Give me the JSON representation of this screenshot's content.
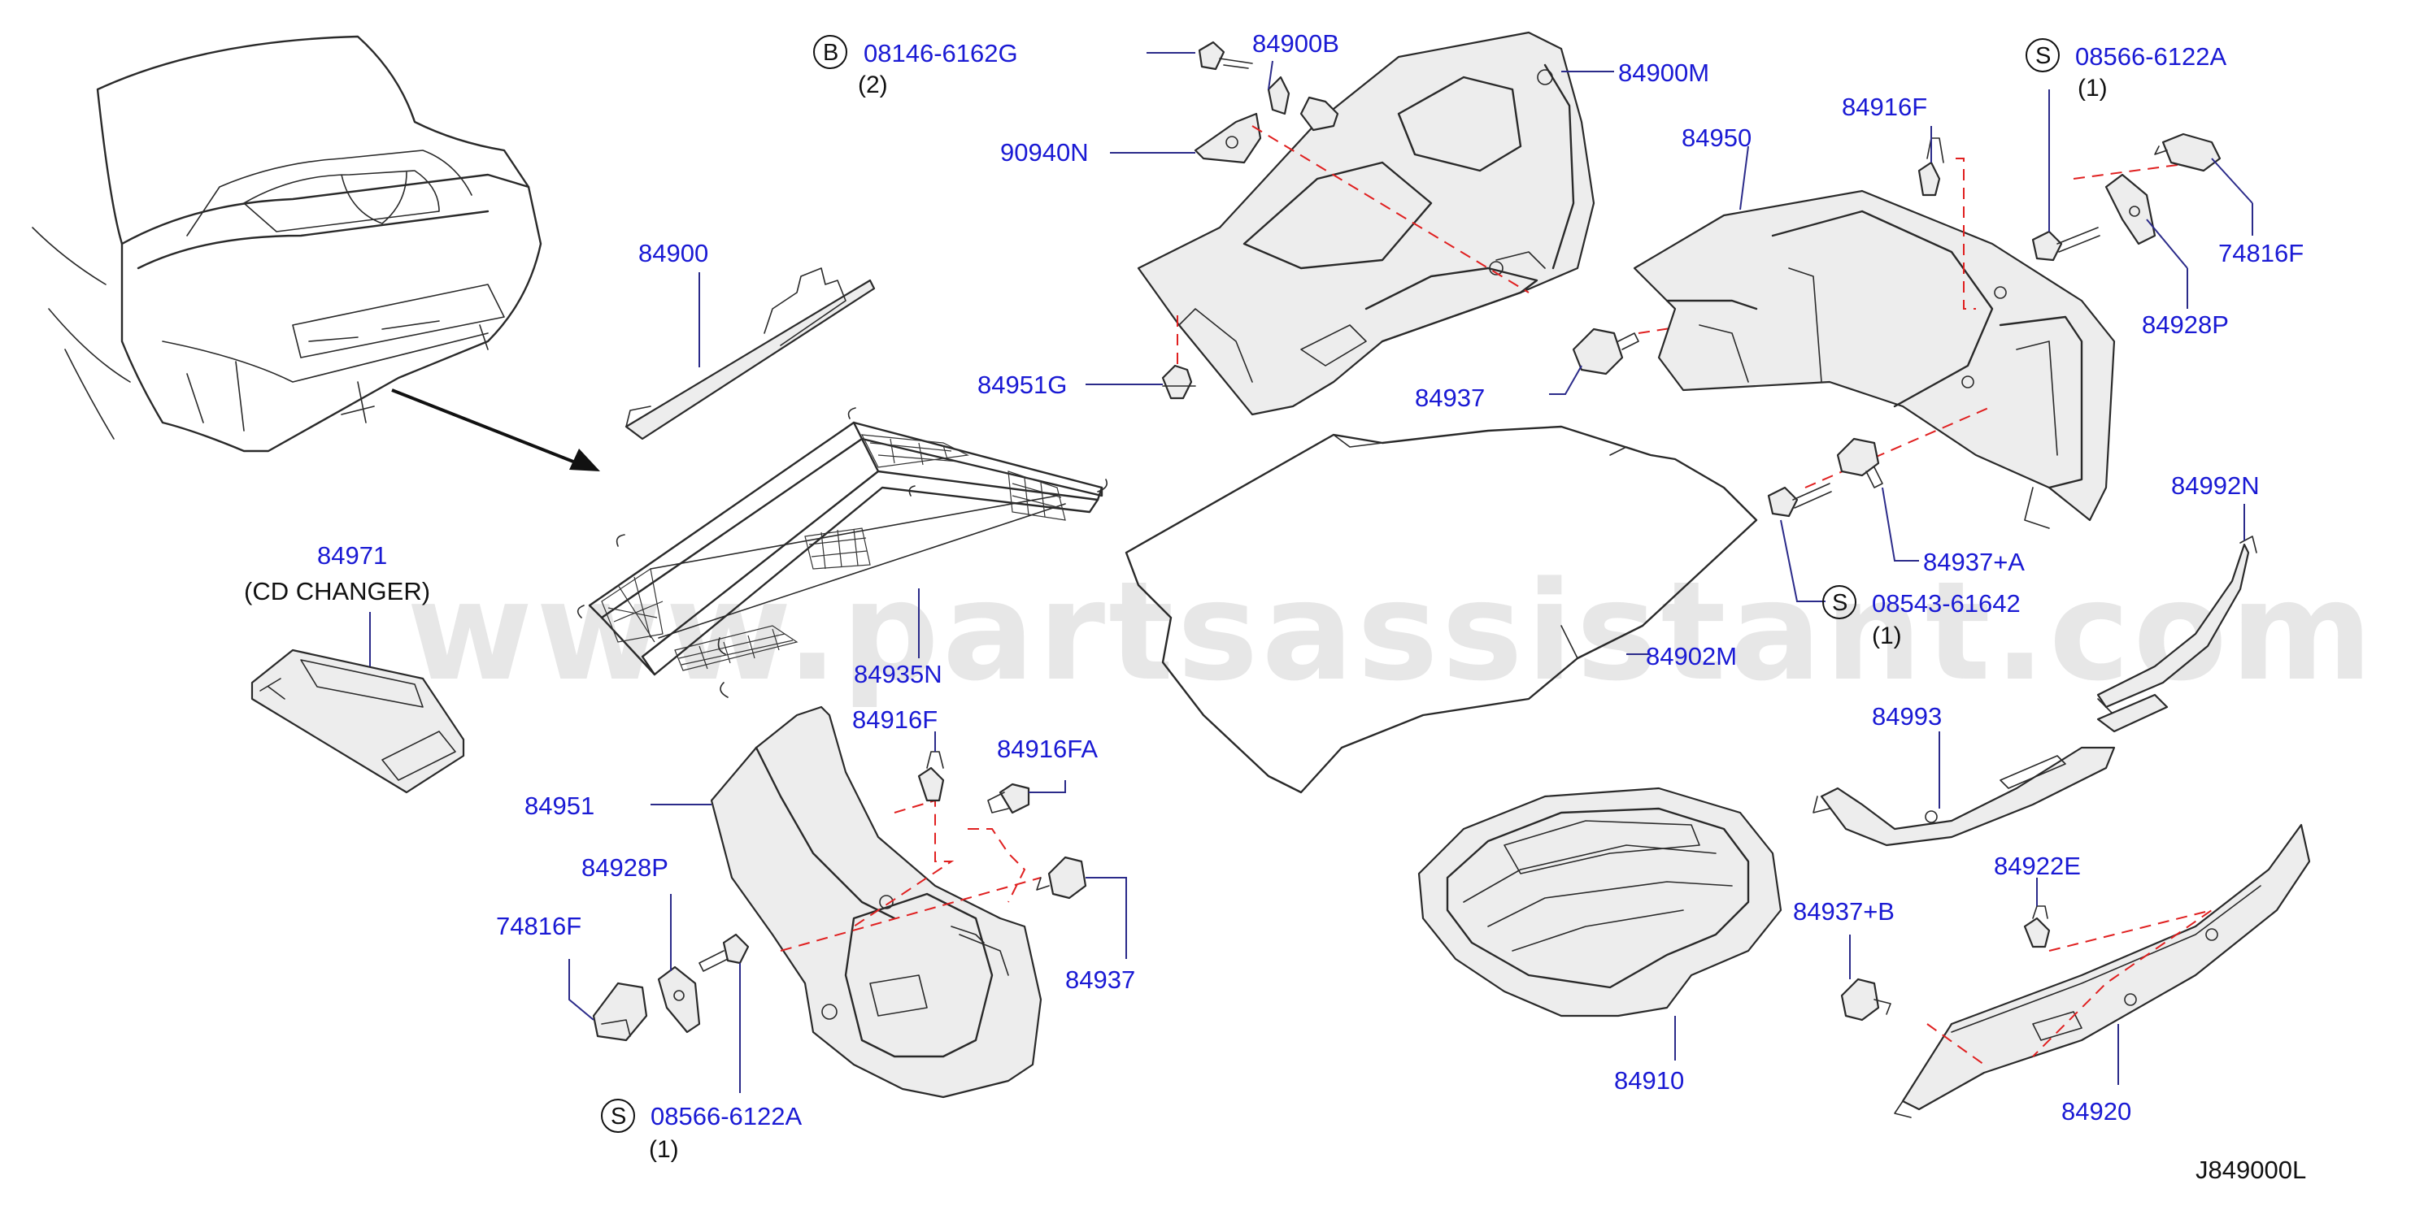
{
  "drawing_code": "J849000L",
  "watermark": "www.partsassistant.com",
  "callouts": [
    {
      "id": "08146-6162G",
      "letter": "B",
      "qty": "(2)"
    },
    {
      "id": "84900B"
    },
    {
      "id": "84900M"
    },
    {
      "id": "08566-6122A-top",
      "label": "08566-6122A",
      "letter": "S",
      "qty": "(1)"
    },
    {
      "id": "84916F-top",
      "label": "84916F"
    },
    {
      "id": "90940N"
    },
    {
      "id": "84950"
    },
    {
      "id": "74816F-right",
      "label": "74816F"
    },
    {
      "id": "84900"
    },
    {
      "id": "84928P-right",
      "label": "84928P"
    },
    {
      "id": "84951G"
    },
    {
      "id": "84937-center",
      "label": "84937"
    },
    {
      "id": "84992N"
    },
    {
      "id": "84937+A"
    },
    {
      "id": "84971",
      "description": "(CD   CHANGER)"
    },
    {
      "id": "08543-61642",
      "letter": "S",
      "qty": "(1)"
    },
    {
      "id": "84935N"
    },
    {
      "id": "84902M"
    },
    {
      "id": "84916F-lower",
      "label": "84916F"
    },
    {
      "id": "84993"
    },
    {
      "id": "84916FA"
    },
    {
      "id": "84951"
    },
    {
      "id": "84928P-left",
      "label": "84928P"
    },
    {
      "id": "84922E"
    },
    {
      "id": "84937+B"
    },
    {
      "id": "74816F-left",
      "label": "74816F"
    },
    {
      "id": "84937-lower",
      "label": "84937"
    },
    {
      "id": "08566-6122A-bottom",
      "label": "08566-6122A",
      "letter": "S",
      "qty": "(1)"
    },
    {
      "id": "84910"
    },
    {
      "id": "84920"
    }
  ]
}
